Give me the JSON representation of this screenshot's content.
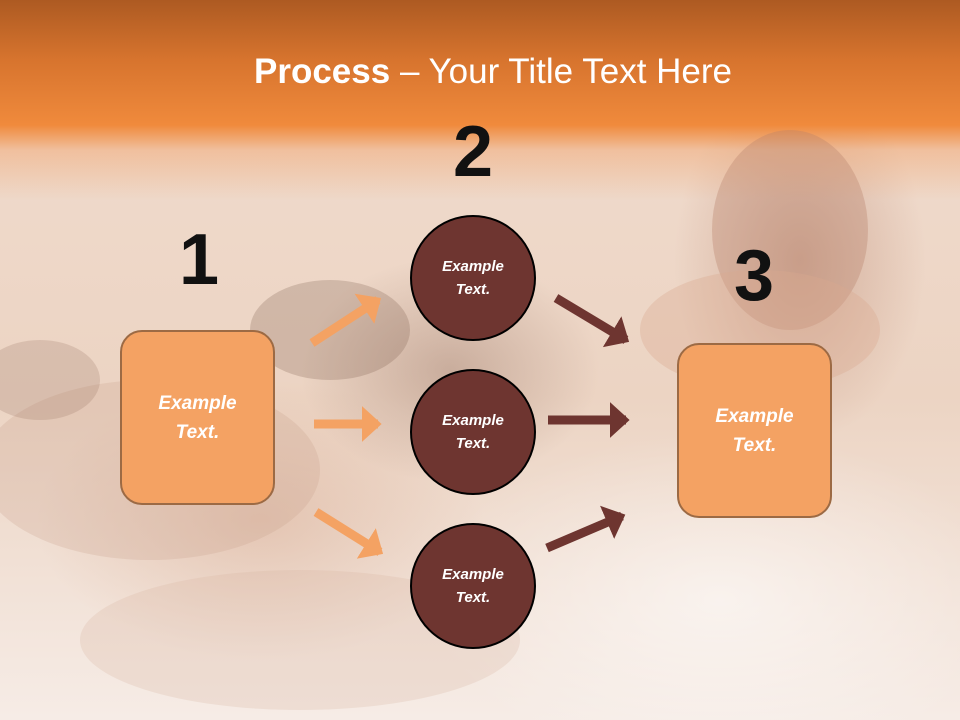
{
  "title": {
    "bold": "Process",
    "rest": " – Your Title Text Here"
  },
  "steps": {
    "one": "1",
    "two": "2",
    "three": "3"
  },
  "left_box": {
    "text": "Example\nText."
  },
  "right_box": {
    "text": "Example\nText."
  },
  "circles": [
    {
      "text": "Example\nText."
    },
    {
      "text": "Example\nText."
    },
    {
      "text": "Example\nText."
    }
  ],
  "colors": {
    "header": "#f08a3c",
    "box_fill": "#f4a263",
    "circle_fill": "#6e3530",
    "orange_arrow": "#f4a263",
    "dark_arrow": "#6e3530"
  }
}
